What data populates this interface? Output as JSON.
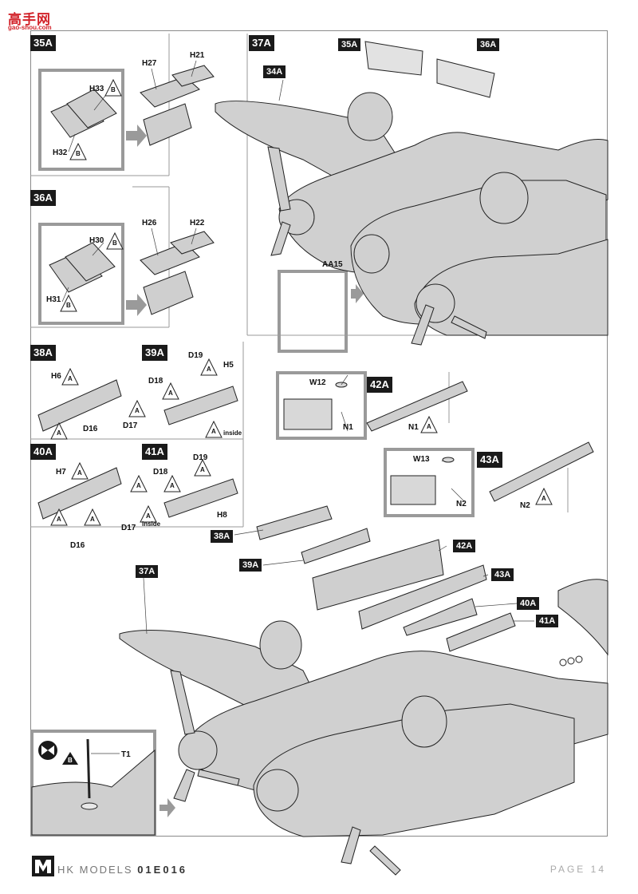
{
  "watermark": {
    "main": "高手网",
    "sub": "gao-shou.com"
  },
  "steps": {
    "s35a": "35A",
    "s36a": "36A",
    "s37a": "37A",
    "s38a": "38A",
    "s39a": "39A",
    "s40a": "40A",
    "s41a": "41A",
    "s42a": "42A",
    "s43a": "43A",
    "s34a": "34A"
  },
  "tags": {
    "t35a": "35A",
    "t36a": "36A",
    "t38a": "38A",
    "t39a": "39A",
    "t42a": "42A",
    "t43a": "43A",
    "t40a": "40A",
    "t41a": "41A",
    "t37a_lower": "37A"
  },
  "parts": {
    "h33": "H33",
    "h32": "H32",
    "h27": "H27",
    "h21": "H21",
    "h30": "H30",
    "h31": "H31",
    "h26": "H26",
    "h22": "H22",
    "aa15": "AA15",
    "h6": "H6",
    "d16a": "D16",
    "d17a": "D17",
    "d19a": "D19",
    "d18a": "D18",
    "h5": "H5",
    "h7": "H7",
    "d16b": "D16",
    "d17b": "D17",
    "d19b": "D19",
    "d18b": "D18",
    "h8": "H8",
    "w12": "W12",
    "n1a": "N1",
    "n1b": "N1",
    "w13": "W13",
    "n2a": "N2",
    "n2b": "N2",
    "t1": "T1"
  },
  "symbols": {
    "a": "A",
    "b": "B",
    "inside": "inside"
  },
  "footer": {
    "brand": "HK MODELS",
    "code": "01E016",
    "page": "PAGE 14"
  }
}
